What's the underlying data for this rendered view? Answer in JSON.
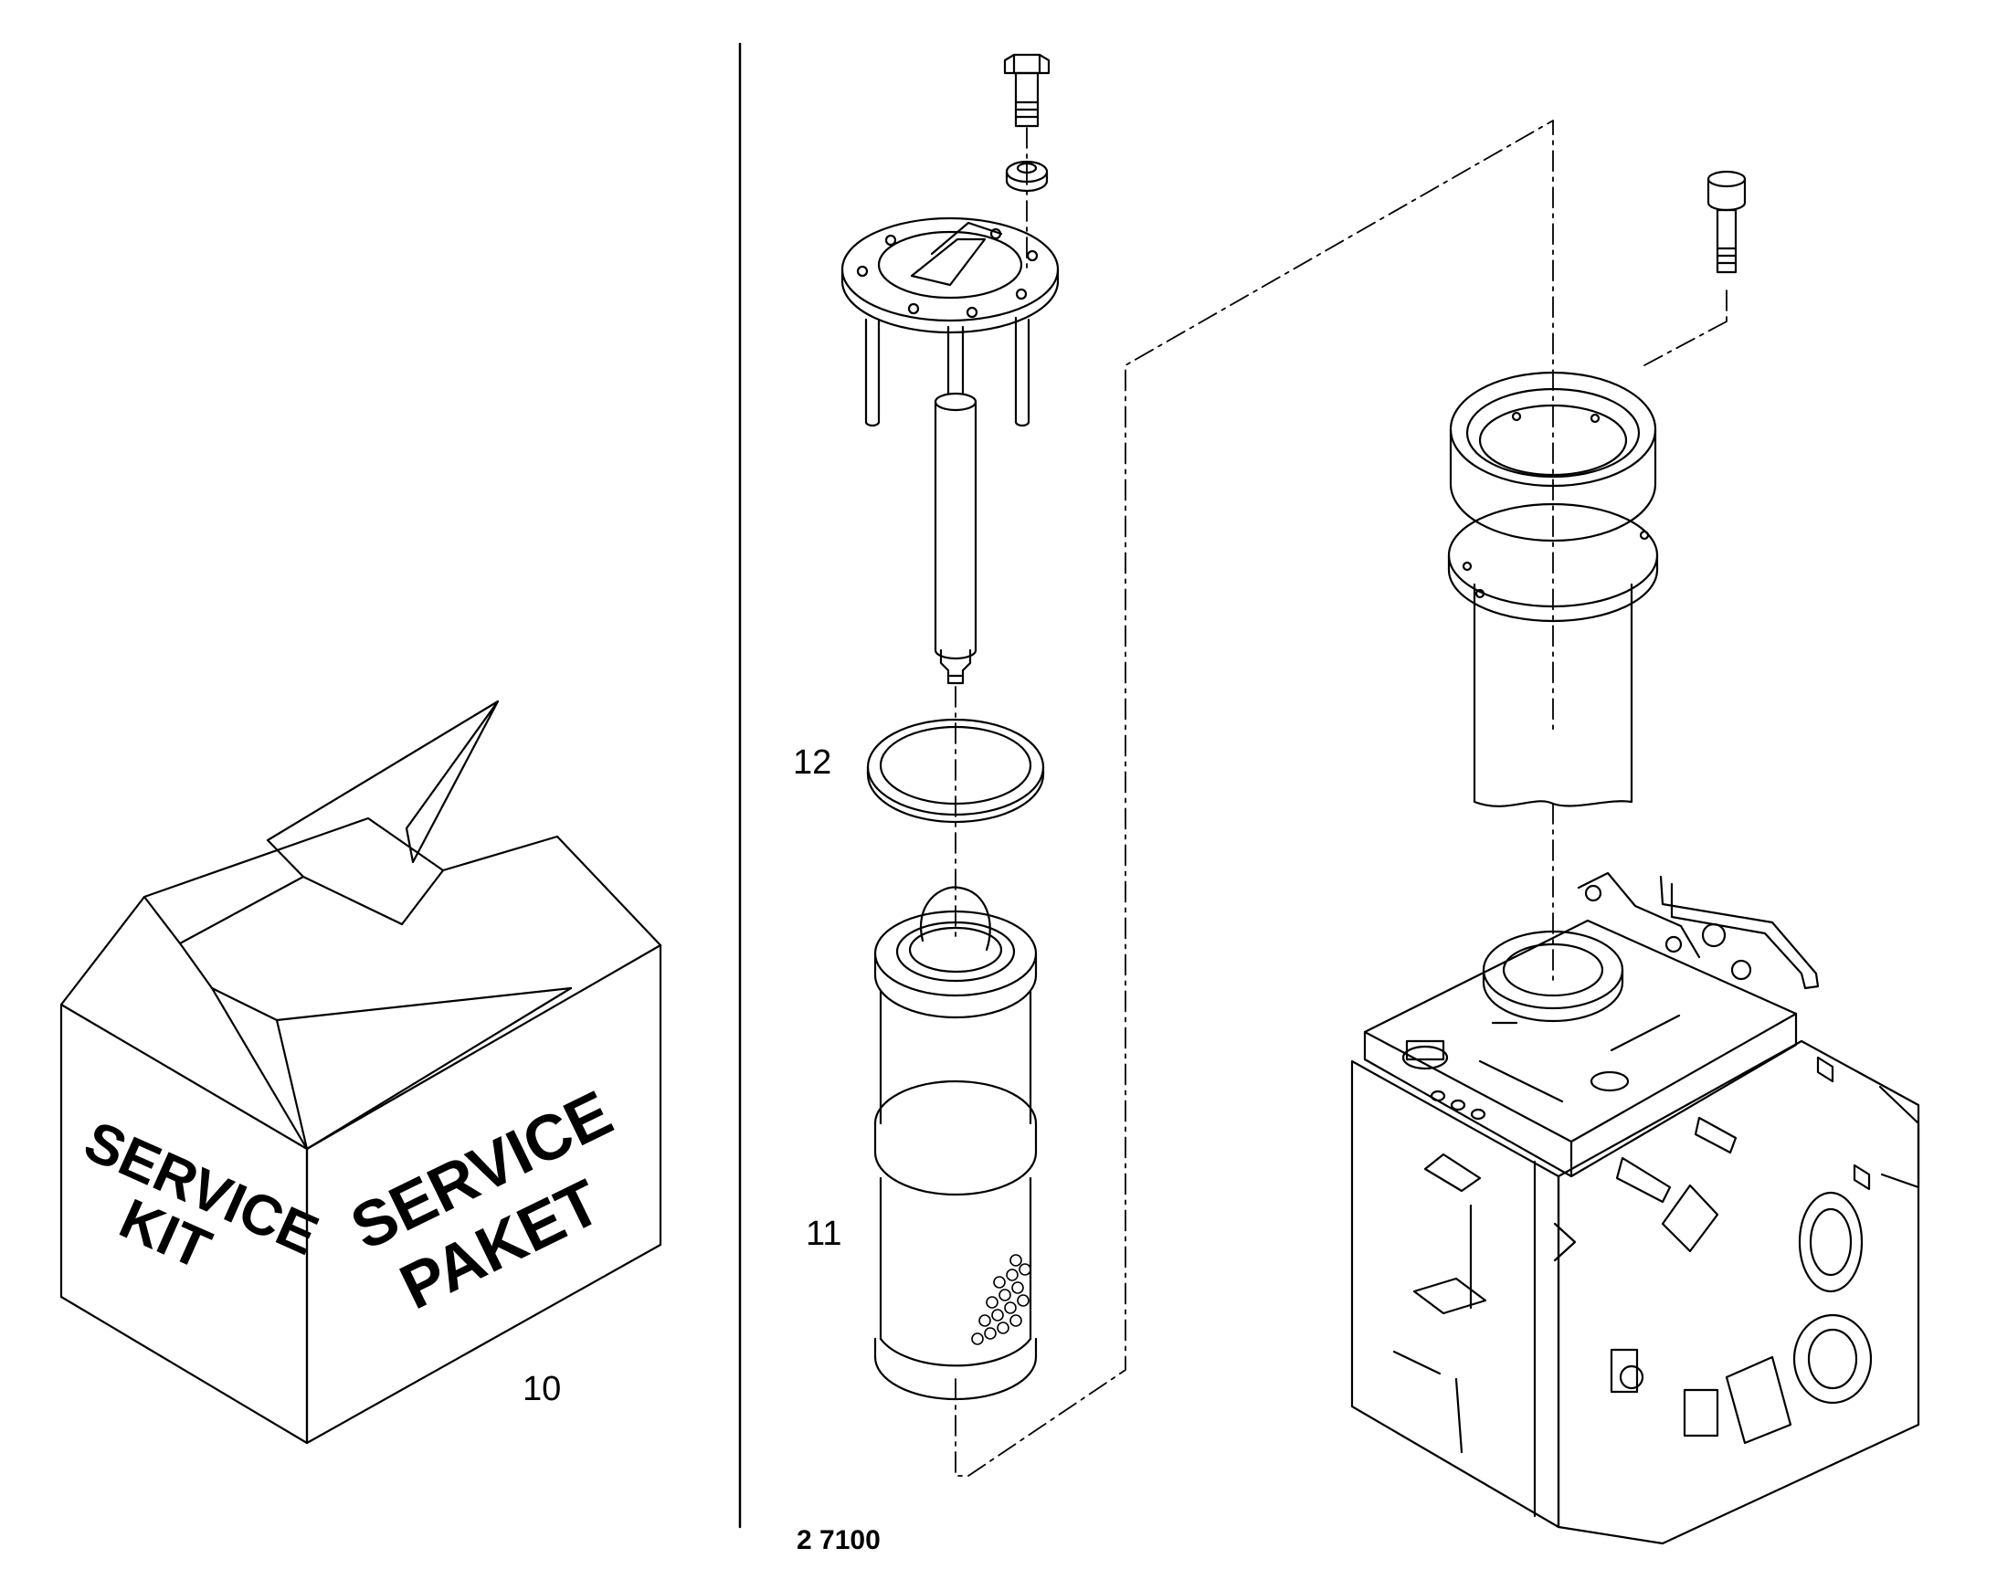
{
  "box": {
    "side_text": [
      "SERVICE",
      "KIT"
    ],
    "front_text": [
      "SERVICE",
      "PAKET"
    ]
  },
  "callouts": {
    "box": "10",
    "filter": "11",
    "ring": "12"
  },
  "drawing_number": "2 7100"
}
